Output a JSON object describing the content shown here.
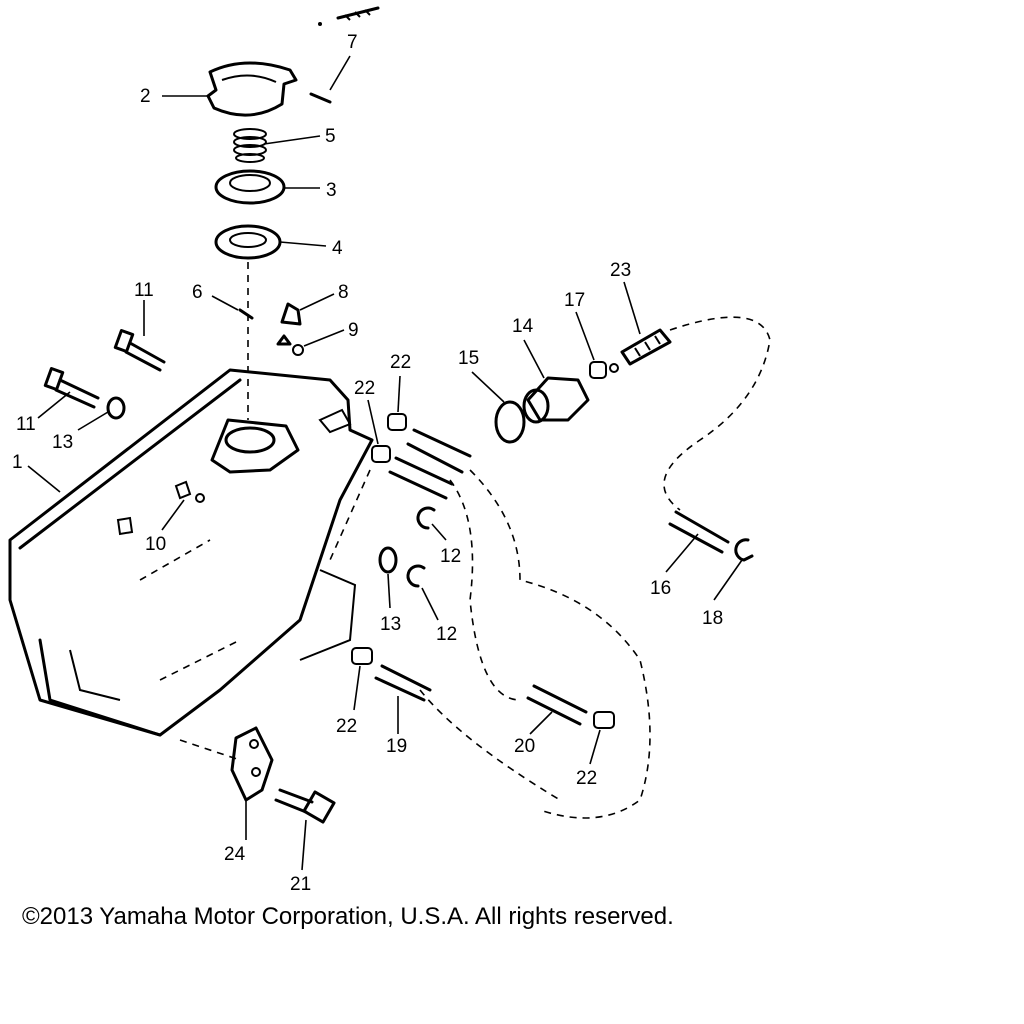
{
  "callouts": {
    "c1": "1",
    "c2": "2",
    "c3": "3",
    "c4": "4",
    "c5": "5",
    "c6": "6",
    "c7": "7",
    "c8": "8",
    "c9": "9",
    "c10": "10",
    "c11a": "11",
    "c11b": "11",
    "c12a": "12",
    "c12b": "12",
    "c13a": "13",
    "c13b": "13",
    "c14": "14",
    "c15": "15",
    "c16": "16",
    "c17": "17",
    "c18": "18",
    "c19": "19",
    "c20": "20",
    "c21": "21",
    "c22a": "22",
    "c22b": "22",
    "c22c": "22",
    "c22d": "22",
    "c23": "23",
    "c24": "24"
  },
  "copyright": "©2013 Yamaha Motor Corporation, U.S.A. All rights reserved."
}
